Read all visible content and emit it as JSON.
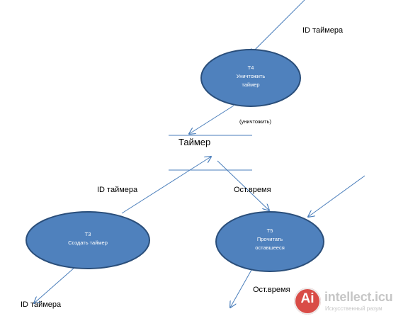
{
  "nodes": {
    "t4": {
      "code": "T4",
      "line1": "Уничтожить",
      "line2": "таймер"
    },
    "t3": {
      "code": "T3",
      "line1": "Создать таймер"
    },
    "t5": {
      "code": "T5",
      "line1": "Прочитать",
      "line2": "оставшееся"
    }
  },
  "store": {
    "label": "Таймер"
  },
  "labels": {
    "id_timer_top": "ID таймера",
    "destroy": "(уничтожить)",
    "id_timer_mid": "ID таймера",
    "remaining_mid": "Ост.время",
    "remaining_bottom": "Ост.время",
    "id_timer_bottom": "ID таймера"
  },
  "colors": {
    "node_fill": "#4f81bd",
    "node_stroke": "#2a4e7a",
    "flow_line": "#4a7ebb"
  },
  "watermark": {
    "logo_text": "Ai",
    "title": "intellect.icu",
    "subtitle": "Искусственный разум"
  }
}
